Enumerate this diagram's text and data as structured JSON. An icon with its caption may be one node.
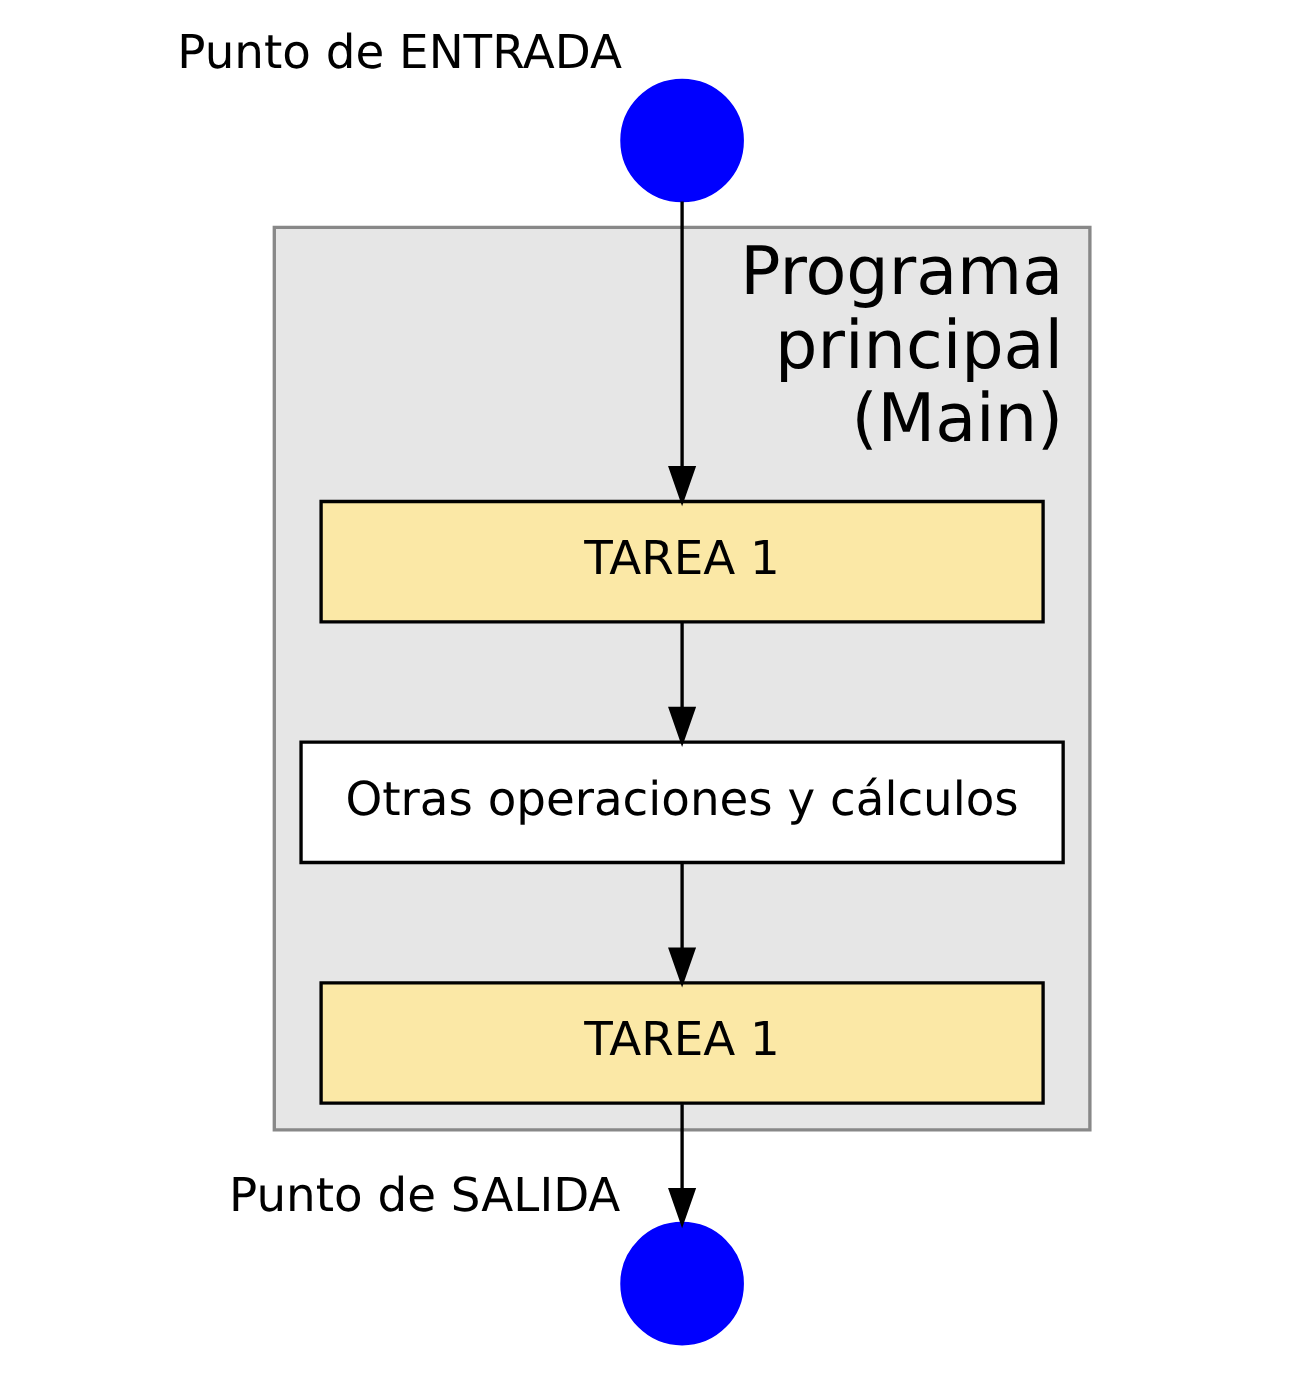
{
  "diagram": {
    "nodes": [
      {
        "text": [
          "Programa principal (Main)"
        ]
      },
      {
        "text": [],
        "shape": "circle",
        "beside": [
          "Punto de ENTRADA"
        ]
      },
      {
        "text": [
          "TAREA 1"
        ],
        "in": 0
      },
      {
        "text": [
          "Otras operaciones y cálculos"
        ],
        "in": 0
      },
      {
        "text": [
          "TAREA 1"
        ],
        "in": 0
      },
      {
        "text": [],
        "shape": "circle",
        "beside": [
          "Punto de SALIDA"
        ]
      }
    ],
    "edges": [
      {
        "from": 1,
        "to": 2,
        "arrow": "to"
      },
      {
        "from": 2,
        "to": 3,
        "arrow": "to"
      },
      {
        "from": 3,
        "to": 4,
        "arrow": "to"
      },
      {
        "from": 4,
        "to": 5,
        "arrow": "to"
      }
    ]
  }
}
